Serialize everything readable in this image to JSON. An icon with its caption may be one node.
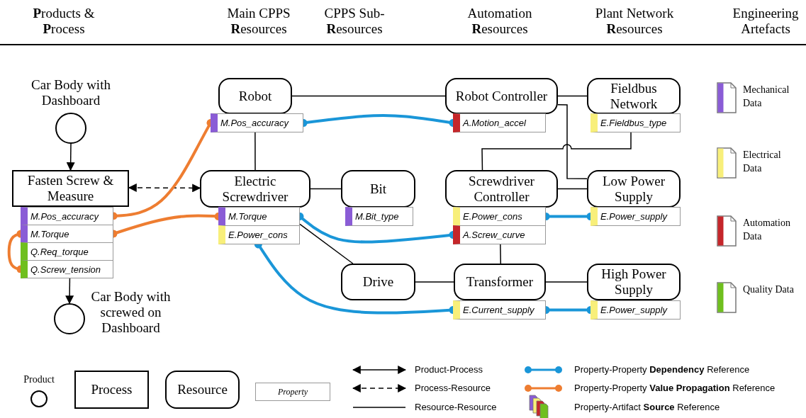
{
  "diagram": {
    "nodes": [
      {
        "text": [
          "Car Body with Dashboard"
        ]
      },
      {
        "text": [
          "Fasten Screw & Measure"
        ]
      },
      {
        "text": [
          "M.Pos_accuracy"
        ]
      },
      {
        "text": [
          "M.Torque"
        ]
      },
      {
        "text": [
          "Q.Req_torque"
        ]
      },
      {
        "text": [
          "Q.Screw_tension"
        ]
      },
      {
        "text": [],
        "shape": "circle",
        "beside": [
          "Car Body with screwed on Dashboard"
        ]
      },
      {
        "text": [
          "Robot"
        ]
      },
      {
        "text": [
          "M.Pos_accuracy"
        ]
      },
      {
        "text": [
          "Electric Screwdriver"
        ]
      },
      {
        "text": [
          "M.Torque"
        ]
      },
      {
        "text": [
          "E.Power_cons"
        ]
      },
      {
        "text": [
          "Bit"
        ]
      },
      {
        "text": [
          "M.Bit_type"
        ]
      },
      {
        "text": [
          "Drive"
        ]
      },
      {
        "text": [
          "Robot Controller"
        ]
      },
      {
        "text": [
          "A.Motion_accel"
        ]
      },
      {
        "text": [
          "Screwdriver Controller"
        ]
      },
      {
        "text": [
          "E.Power_cons"
        ]
      },
      {
        "text": [
          "A.Screw_curve"
        ]
      },
      {
        "text": [
          "Transformer"
        ]
      },
      {
        "text": [
          "E.Current_supply"
        ]
      },
      {
        "text": [
          "Fieldbus Network"
        ]
      },
      {
        "text": [
          "E.Fieldbus_type"
        ]
      },
      {
        "text": [
          "Low Power Supply"
        ]
      },
      {
        "text": [
          "E.Power_supply"
        ]
      },
      {
        "text": [
          "High Power Supply"
        ]
      },
      {
        "text": [
          "E.Power_supply"
        ]
      }
    ],
    "edges": [
      {
        "from": 0,
        "to": 1,
        "arrow": "to"
      },
      {
        "from": 5,
        "to": 6,
        "arrow": "to"
      },
      {
        "from": 1,
        "to": 9,
        "arrow": "both",
        "style": "dashed"
      },
      {
        "from": 7,
        "to": 15,
        "arrow": "none"
      },
      {
        "from": 8,
        "to": 9,
        "arrow": "none"
      },
      {
        "from": 9,
        "to": 12,
        "arrow": "none"
      },
      {
        "from": 10,
        "to": 14,
        "arrow": "none"
      },
      {
        "from": 14,
        "to": 20,
        "arrow": "none"
      },
      {
        "from": 19,
        "to": 20,
        "arrow": "none"
      },
      {
        "from": 15,
        "to": 22,
        "arrow": "none"
      },
      {
        "from": 15,
        "to": 24,
        "arrow": "none"
      },
      {
        "from": 17,
        "to": 24,
        "arrow": "none"
      },
      {
        "from": 17,
        "to": 23,
        "arrow": "none"
      },
      {
        "from": 20,
        "to": 26,
        "arrow": "none"
      },
      {
        "from": 2,
        "to": 8,
        "arrow": "other",
        "style": "thick",
        "color": "#ee7d31"
      },
      {
        "from": 3,
        "to": 10,
        "arrow": "other",
        "style": "thick",
        "color": "#ee7d31"
      },
      {
        "from": 3,
        "to": 5,
        "arrow": "other",
        "style": "thick",
        "color": "#ee7d31"
      },
      {
        "from": 8,
        "to": 16,
        "arrow": "other",
        "style": "thick",
        "color": "#1a96d8"
      },
      {
        "from": 10,
        "to": 19,
        "arrow": "other",
        "style": "thick",
        "color": "#1a96d8"
      },
      {
        "from": 11,
        "to": 21,
        "arrow": "other",
        "style": "thick",
        "color": "#1a96d8"
      },
      {
        "from": 18,
        "to": 25,
        "arrow": "other",
        "style": "thick",
        "color": "#1a96d8"
      },
      {
        "from": 21,
        "to": 27,
        "arrow": "other",
        "style": "thick",
        "color": "#1a96d8"
      }
    ],
    "labels": [
      "**P**roducts & **P**rocess",
      "Main CPPS **R**esources",
      "CPPS Sub-**R**esources",
      "Automation **R**esources",
      "Plant Network **R**esources",
      "Engineering Artefacts"
    ],
    "legend": [
      {
        "text": "Product"
      },
      {
        "text": "Process"
      },
      {
        "text": "Resource"
      },
      {
        "text": "Property"
      },
      {
        "text": "Product-Process"
      },
      {
        "text": "Process-Resource"
      },
      {
        "text": "Resource-Resource"
      },
      {
        "text": "Property-Property **Dependency** Reference"
      },
      {
        "text": "Property-Property **Value Propagation** Reference"
      },
      {
        "text": "Property-Artifact **Source** Reference"
      },
      {
        "text": "Mechanical Data",
        "color": "#8a5cd6"
      },
      {
        "text": "Electrical Data",
        "color": "#f8ef7a"
      },
      {
        "text": "Automation Data",
        "color": "#c5262a"
      },
      {
        "text": "Quality Data",
        "color": "#6fbf1e"
      }
    ]
  }
}
